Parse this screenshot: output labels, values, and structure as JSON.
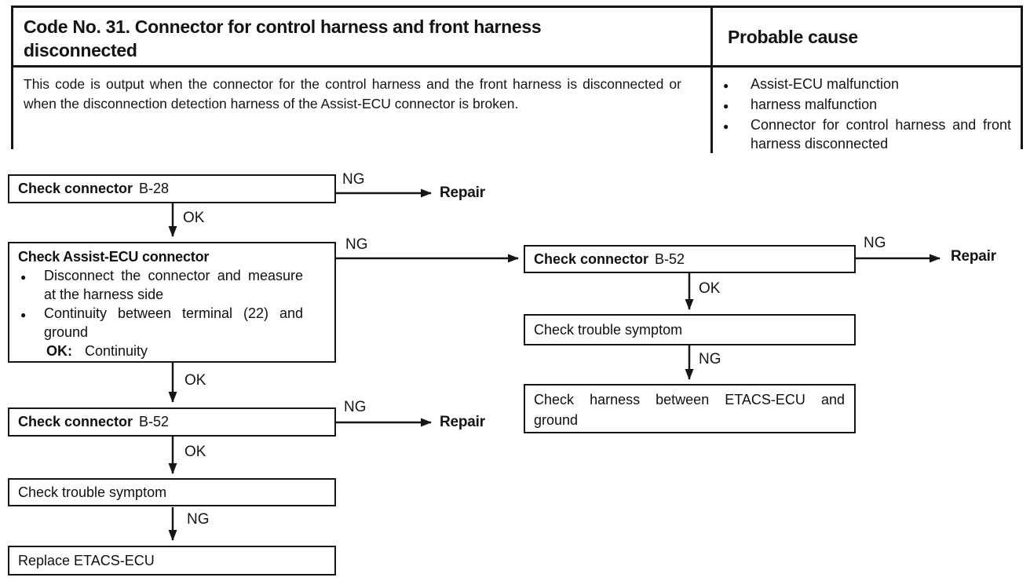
{
  "header": {
    "title": "Code No. 31. Connector for control harness and front harness disconnected",
    "probable_cause_label": "Probable cause",
    "description": "This code is output when the connector for the control harness and the front harness is disconnected or when the disconnection detection harness of the Assist-ECU connector is broken.",
    "bullet_glyph": "●",
    "causes": [
      "Assist-ECU malfunction",
      "harness malfunction",
      "Connector for control harness and front harness disconnected"
    ]
  },
  "flowchart": {
    "labels": {
      "ng": "NG",
      "ok": "OK",
      "repair": "Repair"
    },
    "left": {
      "box1": {
        "label": "Check connector",
        "code": "B-28"
      },
      "box2": {
        "title": "Check Assist-ECU connector",
        "bullets": [
          "Disconnect the connector and measure at the harness side",
          "Continuity between terminal (22) and ground"
        ],
        "ok_label": "OK:",
        "ok_value": "Continuity"
      },
      "box3": {
        "label": "Check connector",
        "code": "B-52"
      },
      "box4": {
        "label": "Check trouble symptom"
      },
      "box5": {
        "label": "Replace ETACS-ECU"
      }
    },
    "right": {
      "box1": {
        "label": "Check connector",
        "code": "B-52"
      },
      "box2": {
        "label": "Check trouble symptom"
      },
      "box3": {
        "label": "Check harness between ETACS-ECU and ground"
      }
    },
    "colors": {
      "ink": "#161616",
      "background": "#ffffff"
    }
  }
}
